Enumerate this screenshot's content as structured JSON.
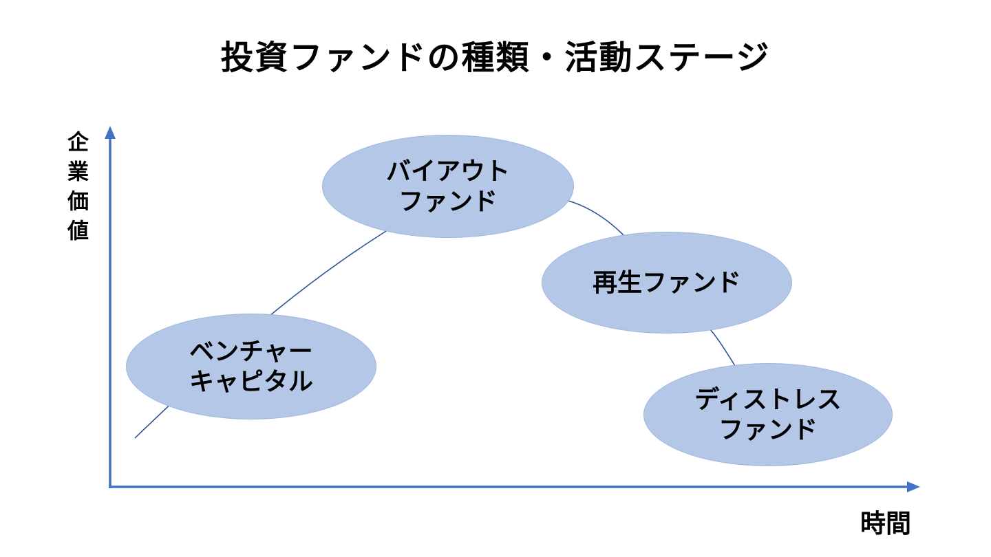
{
  "title": "投資ファンドの種類・活動ステージ",
  "axes": {
    "y_axis_label": "企業価値",
    "x_axis_label": "時間"
  },
  "ellipses": [
    {
      "id": "venture-capital",
      "label": "ベンチャー\nキャピタル"
    },
    {
      "id": "buyout-fund",
      "label": "バイアウト\nファンド"
    },
    {
      "id": "turnaround-fund",
      "label": "再生ファンド"
    },
    {
      "id": "distressed-fund",
      "label": "ディストレス\nファンド"
    }
  ],
  "colors": {
    "background": "#ffffff",
    "text": "#000000",
    "axis_blue": "#4472c4",
    "curve_blue": "#2f5496",
    "ellipse_fill": "#b4c7e7",
    "ellipse_border": "#9db5de"
  }
}
